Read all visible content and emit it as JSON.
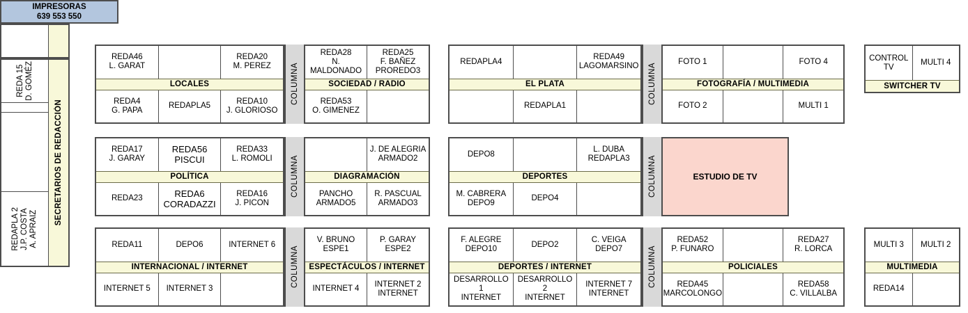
{
  "header": {
    "impresoras": {
      "title": "IMPRESORAS",
      "codes": "639  553  550",
      "color": "#b3c6de"
    }
  },
  "sidebar": {
    "band_label": "SECRETARIOS DE REDACCIÓN",
    "top_box": {
      "label": ""
    },
    "cells": [
      {
        "text": "REDA 15\nD. GOMÉZ"
      },
      {
        "text": ""
      },
      {
        "text": ""
      },
      {
        "text": "REDAPLA 2\nJ.P. COSTA\nA. APRAIZ"
      }
    ]
  },
  "columna_label": "COLUMNA",
  "studio": {
    "label": "ESTUDIO DE TV",
    "color": "#fbd6cd"
  },
  "sections": {
    "locales": {
      "label": "LOCALES",
      "top": [
        "REDA46\nL. GARAT",
        "",
        "REDA20\nM. PEREZ"
      ],
      "bottom": [
        "REDA4\nG. PAPA",
        "REDAPLA5",
        "REDA10\nJ. GLORIOSO"
      ]
    },
    "sociedad_radio": {
      "label": "SOCIEDAD / RADIO",
      "top": [
        "REDA28\nN. MALDONADO",
        "REDA25\nF. BAÑEZ\nPROREDO3"
      ],
      "bottom": [
        "REDA53\nO. GIMENEZ",
        ""
      ]
    },
    "el_plata": {
      "label": "EL PLATA",
      "top": [
        "REDAPLA4",
        "",
        "REDA49\nLAGOMARSINO"
      ],
      "bottom": [
        "",
        "REDAPLA1",
        ""
      ]
    },
    "fotografia_multimedia": {
      "label": "FOTOGRAFÍA / MULTIMEDIA",
      "top": [
        "FOTO 1",
        "",
        "FOTO 4"
      ],
      "bottom": [
        "FOTO 2",
        "",
        "MULTI 1"
      ]
    },
    "switcher_tv": {
      "label": "SWITCHER TV",
      "top": [
        "CONTROL TV",
        "MULTI 4"
      ]
    },
    "politica": {
      "label": "POLÍTICA",
      "top": [
        "REDA17\nJ. GARAY",
        "REDA56\nPISCUI",
        "REDA33\nL. ROMOLI"
      ],
      "bottom": [
        "REDA23",
        "REDA6\nCORADAZZI",
        "REDA16\nJ. PICON"
      ]
    },
    "diagramacion": {
      "label": "DIAGRAMACIÓN",
      "top": [
        "",
        "J. DE ALEGRIA\nARMADO2"
      ],
      "bottom": [
        "PANCHO\nARMADO5",
        "R. PASCUAL\nARMADO3"
      ]
    },
    "deportes": {
      "label": "DEPORTES",
      "top": [
        "DEPO8",
        "",
        "L. DUBA\nREDAPLA3"
      ],
      "bottom": [
        "M. CABRERA\nDEPO9",
        "DEPO4",
        ""
      ]
    },
    "internacional_internet": {
      "label": "INTERNACIONAL / INTERNET",
      "top": [
        "REDA11",
        "DEPO6",
        "INTERNET 6"
      ],
      "bottom": [
        "INTERNET 5",
        "INTERNET 3",
        ""
      ]
    },
    "espectaculos_internet": {
      "label": "ESPECTÁCULOS / INTERNET",
      "top": [
        "V. BRUNO\nESPE1",
        "P. GARAY\nESPE2"
      ],
      "bottom": [
        "INTERNET 4",
        "INTERNET 2\nINTERNET"
      ]
    },
    "deportes_internet": {
      "label": "DEPORTES / INTERNET",
      "top": [
        "F. ALEGRE\nDEPO10",
        "DEPO2",
        "C. VEIGA\nDEPO7"
      ],
      "bottom": [
        "DESARROLLO 1\nINTERNET",
        "DESARROLLO 2\nINTERNET",
        "INTERNET 7\nINTERNET"
      ]
    },
    "policiales": {
      "label": "POLICIALES",
      "top": [
        "REDA52\nP. FUNARO",
        "",
        "REDA27\nR. LORCA"
      ],
      "bottom": [
        "REDA45\nMARCOLONGO",
        "",
        "REDA58\nC. VILLALBA"
      ]
    },
    "multimedia": {
      "label": "MULTIMEDIA",
      "top": [
        "MULTI 3",
        "MULTI 2"
      ],
      "bottom": [
        "REDA14",
        ""
      ]
    }
  }
}
